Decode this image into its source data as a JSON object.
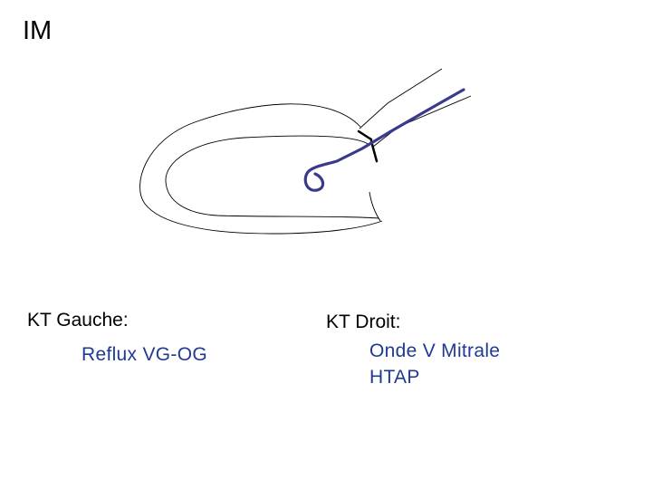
{
  "slide": {
    "title": "IM"
  },
  "left_column": {
    "heading": "KT Gauche:",
    "items": [
      "Reflux VG-OG"
    ]
  },
  "right_column": {
    "heading": "KT Droit:",
    "items": [
      "Onde V Mitrale",
      "HTAP"
    ]
  },
  "colors": {
    "accent_text": "#1f3a93",
    "catheter": "#3a3a8c",
    "outline": "#000000"
  }
}
